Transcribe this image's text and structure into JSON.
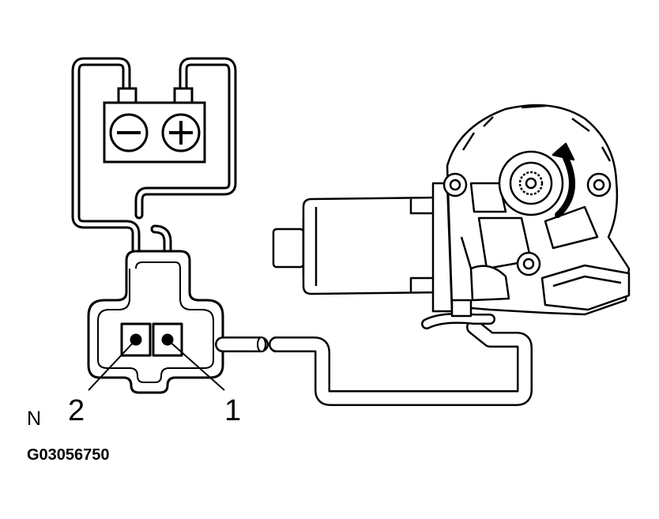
{
  "labels": {
    "pin2": "2",
    "pin1": "1",
    "marker": "N",
    "figure_code": "G03056750"
  },
  "battery": {
    "negative_symbol": "minus-icon",
    "positive_symbol": "plus-icon"
  },
  "colors": {
    "line": "#000000",
    "background": "#ffffff"
  }
}
